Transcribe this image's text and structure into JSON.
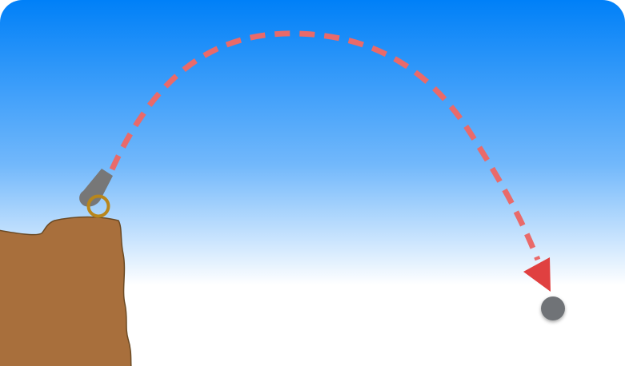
{
  "scene": {
    "description_free": true,
    "colors": {
      "sky_top": "#0080f8",
      "sky_bottom": "#ffffff",
      "cliff_fill": "#a86f3c",
      "cliff_stroke": "#6b4a24",
      "cannon_barrel": "#777777",
      "cannon_wheel": "#b8861c",
      "trajectory": "#e96a6a",
      "arrowhead": "#e04040",
      "ball": "#6f7377"
    },
    "elements": {
      "cliff": "cliff",
      "cannon": "cannon",
      "trajectory": "dashed-arc-with-arrowhead",
      "projectile": "cannonball"
    }
  }
}
